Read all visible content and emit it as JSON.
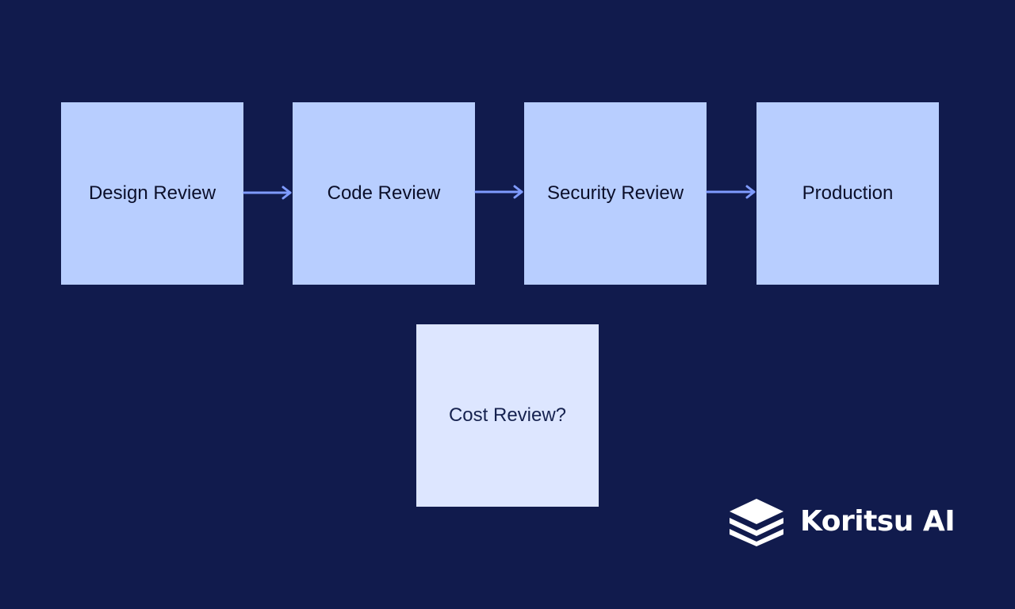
{
  "diagram": {
    "stages": [
      {
        "label": "Design Review"
      },
      {
        "label": "Code Review"
      },
      {
        "label": "Security Review"
      },
      {
        "label": "Production"
      }
    ],
    "proposed_stage": {
      "label": "Cost Review?"
    },
    "connections": [
      {
        "from": "Design Review",
        "to": "Code Review"
      },
      {
        "from": "Code Review",
        "to": "Security Review"
      },
      {
        "from": "Security Review",
        "to": "Production"
      }
    ]
  },
  "logo": {
    "icon": "stacked-layers-icon",
    "text": "Koritsu AI"
  },
  "colors": {
    "background": "#111b4d",
    "stage_fill": "#b8ceff",
    "proposed_fill": "#dde6ff",
    "arrow": "#7f9bff",
    "logo": "#ffffff"
  }
}
